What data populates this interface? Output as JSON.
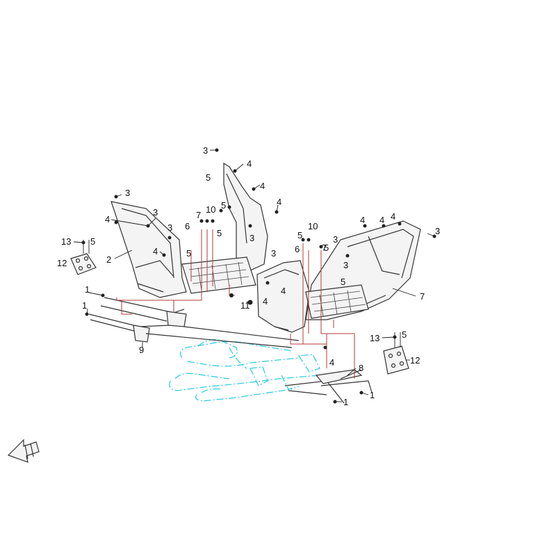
{
  "callouts": [
    {
      "id": "c1",
      "label": "1"
    },
    {
      "id": "c2",
      "label": "1"
    },
    {
      "id": "c3",
      "label": "1"
    },
    {
      "id": "c4",
      "label": "1"
    },
    {
      "id": "c5",
      "label": "2"
    },
    {
      "id": "c6",
      "label": "3"
    },
    {
      "id": "c7",
      "label": "3"
    },
    {
      "id": "c8",
      "label": "3"
    },
    {
      "id": "c9",
      "label": "3"
    },
    {
      "id": "c10",
      "label": "3"
    },
    {
      "id": "c11",
      "label": "3"
    },
    {
      "id": "c12",
      "label": "3"
    },
    {
      "id": "c13",
      "label": "3"
    },
    {
      "id": "c14",
      "label": "3"
    },
    {
      "id": "c15",
      "label": "4"
    },
    {
      "id": "c16",
      "label": "4"
    },
    {
      "id": "c17",
      "label": "4"
    },
    {
      "id": "c18",
      "label": "4"
    },
    {
      "id": "c19",
      "label": "4"
    },
    {
      "id": "c20",
      "label": "4"
    },
    {
      "id": "c21",
      "label": "4"
    },
    {
      "id": "c22",
      "label": "4"
    },
    {
      "id": "c23",
      "label": "4"
    },
    {
      "id": "c24",
      "label": "4"
    },
    {
      "id": "c25",
      "label": "4"
    },
    {
      "id": "c26",
      "label": "5"
    },
    {
      "id": "c27",
      "label": "5"
    },
    {
      "id": "c28",
      "label": "5"
    },
    {
      "id": "c29",
      "label": "5"
    },
    {
      "id": "c30",
      "label": "5"
    },
    {
      "id": "c31",
      "label": "5"
    },
    {
      "id": "c32",
      "label": "5"
    },
    {
      "id": "c33",
      "label": "5"
    },
    {
      "id": "c34",
      "label": "5"
    },
    {
      "id": "c35",
      "label": "6"
    },
    {
      "id": "c36",
      "label": "6"
    },
    {
      "id": "c37",
      "label": "7"
    },
    {
      "id": "c38",
      "label": "7"
    },
    {
      "id": "c39",
      "label": "7"
    },
    {
      "id": "c40",
      "label": "8"
    },
    {
      "id": "c41",
      "label": "9"
    },
    {
      "id": "c42",
      "label": "10"
    },
    {
      "id": "c43",
      "label": "10"
    },
    {
      "id": "c44",
      "label": "11"
    },
    {
      "id": "c45",
      "label": "12"
    },
    {
      "id": "c46",
      "label": "12"
    },
    {
      "id": "c47",
      "label": "13"
    },
    {
      "id": "c48",
      "label": "13"
    }
  ],
  "colors": {
    "frame": "#33d0e0",
    "guide_lines": "#b33a3a",
    "parts": "#333333"
  },
  "icons": {
    "direction_arrow": "front-direction-arrow-icon"
  }
}
